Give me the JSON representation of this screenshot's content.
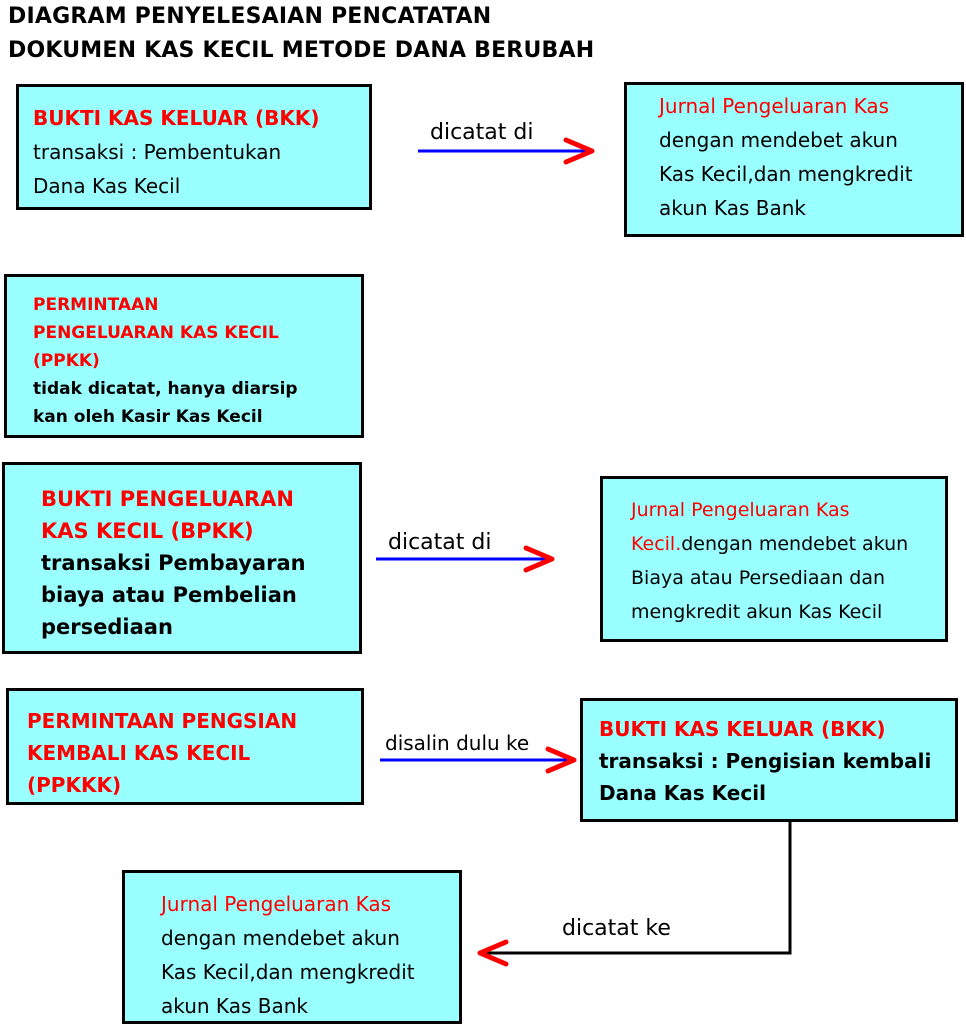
{
  "title": {
    "line1": "DIAGRAM PENYELESAIAN PENCATATAN",
    "line2": "DOKUMEN KAS KECIL METODE DANA BERUBAH"
  },
  "nodes": {
    "bkk_pembentukan": {
      "heading": "BUKTI KAS KELUAR (BKK)",
      "line1": "transaksi : Pembentukan",
      "line2": "Dana Kas Kecil"
    },
    "jurnal_pengeluaran_kas_1": {
      "heading": "Jurnal Pengeluaran Kas",
      "line1": "dengan mendebet akun",
      "line2": "Kas Kecil,dan mengkredit",
      "line3": "akun Kas Bank"
    },
    "ppkk": {
      "heading1": "PERMINTAAN",
      "heading2": "PENGELUARAN KAS KECIL",
      "heading3": "(PPKK)",
      "line1": "tidak dicatat, hanya diarsip",
      "line2": "kan oleh Kasir Kas Kecil"
    },
    "bpkk": {
      "heading1": "BUKTI PENGELUARAN",
      "heading2": "KAS KECIL (BPKK)",
      "line1": "transaksi Pembayaran",
      "line2": "biaya atau Pembelian",
      "line3": "persediaan"
    },
    "jurnal_pengeluaran_kas_kecil": {
      "heading1": "Jurnal Pengeluaran Kas",
      "heading2": "Kecil.",
      "line1": "dengan mendebet akun",
      "line2": "Biaya atau Persediaan dan",
      "line3": "mengkredit akun Kas Kecil"
    },
    "ppkkk": {
      "heading1": "PERMINTAAN PENGSIAN",
      "heading2": "KEMBALI KAS KECIL",
      "heading3": "(PPKKK)"
    },
    "bkk_pengisian": {
      "heading": "BUKTI KAS KELUAR (BKK)",
      "line1": "transaksi : Pengisian kembali",
      "line2": "Dana Kas Kecil"
    },
    "jurnal_pengeluaran_kas_2": {
      "heading": "Jurnal Pengeluaran Kas",
      "line1": "dengan mendebet akun",
      "line2": "Kas Kecil,dan mengkredit",
      "line3": "akun Kas Bank"
    }
  },
  "edges": {
    "e1": "dicatat di",
    "e2": "dicatat di",
    "e3": "disalin dulu ke",
    "e4": "dicatat ke"
  },
  "colors": {
    "box_fill": "#99ffff",
    "heading": "#ff0000",
    "arrow_line": "#0000ff",
    "arrow_head": "#ff0000",
    "connector": "#000000"
  }
}
